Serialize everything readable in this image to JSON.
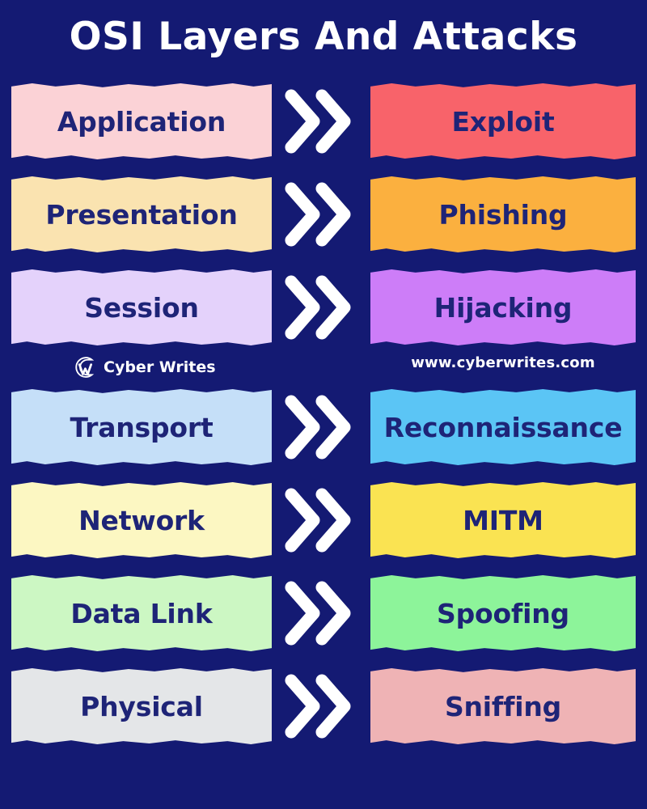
{
  "title": "OSI Layers And Attacks",
  "theme": {
    "background": "#141A73",
    "title_color": "#FFFFFF",
    "label_color": "#1E2477",
    "arrow_color": "#FFFFFF"
  },
  "arrow": {
    "icon": "double-chevron-right-icon",
    "glyph": "»"
  },
  "rows": [
    {
      "layer": "Application",
      "layer_color": "#FBD2D6",
      "attack": "Exploit",
      "attack_color": "#F8636A"
    },
    {
      "layer": "Presentation",
      "layer_color": "#FAE3B0",
      "attack": "Phishing",
      "attack_color": "#FBB03F"
    },
    {
      "layer": "Session",
      "layer_color": "#E4D2FB",
      "attack": "Hijacking",
      "attack_color": "#CD7DF8"
    },
    {
      "layer": "Transport",
      "layer_color": "#C5DFF8",
      "attack": "Reconnaissance",
      "attack_color": "#5BC5F5"
    },
    {
      "layer": "Network",
      "layer_color": "#FCF7C2",
      "attack": "MITM",
      "attack_color": "#FAE352"
    },
    {
      "layer": "Data Link",
      "layer_color": "#CCF7C3",
      "attack": "Spoofing",
      "attack_color": "#8DF49A"
    },
    {
      "layer": "Physical",
      "layer_color": "#E4E6E8",
      "attack": "Sniffing",
      "attack_color": "#EFB3B5"
    }
  ],
  "branding": {
    "logo_icon": "cyber-writes-logo-icon",
    "name": "Cyber Writes",
    "url": "www.cyberwrites.com"
  }
}
